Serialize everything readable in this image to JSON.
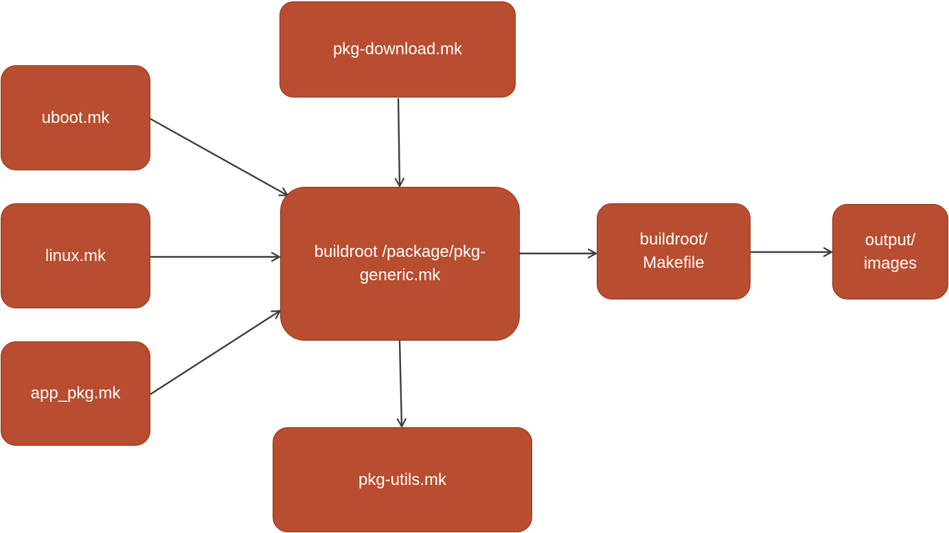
{
  "nodes": {
    "pkg_download": "pkg-download.mk",
    "uboot": "uboot.mk",
    "linux": "linux.mk",
    "app_pkg": "app_pkg.mk",
    "pkg_generic": "buildroot /package/pkg-\ngeneric.mk",
    "makefile": "buildroot/\nMakefile",
    "output": "output/\nimages",
    "pkg_utils": "pkg-utils.mk"
  },
  "edges": [
    {
      "from": "uboot.mk",
      "to": "buildroot /package/pkg-generic.mk"
    },
    {
      "from": "linux.mk",
      "to": "buildroot /package/pkg-generic.mk"
    },
    {
      "from": "app_pkg.mk",
      "to": "buildroot /package/pkg-generic.mk"
    },
    {
      "from": "pkg-download.mk",
      "to": "buildroot /package/pkg-generic.mk"
    },
    {
      "from": "buildroot /package/pkg-generic.mk",
      "to": "pkg-utils.mk"
    },
    {
      "from": "buildroot /package/pkg-generic.mk",
      "to": "buildroot/Makefile"
    },
    {
      "from": "buildroot/Makefile",
      "to": "output/images"
    }
  ],
  "colors": {
    "node_fill": "#b94d2f",
    "node_border": "#8a3519",
    "node_text": "#ffffff",
    "arrow": "#3c3c3c"
  }
}
